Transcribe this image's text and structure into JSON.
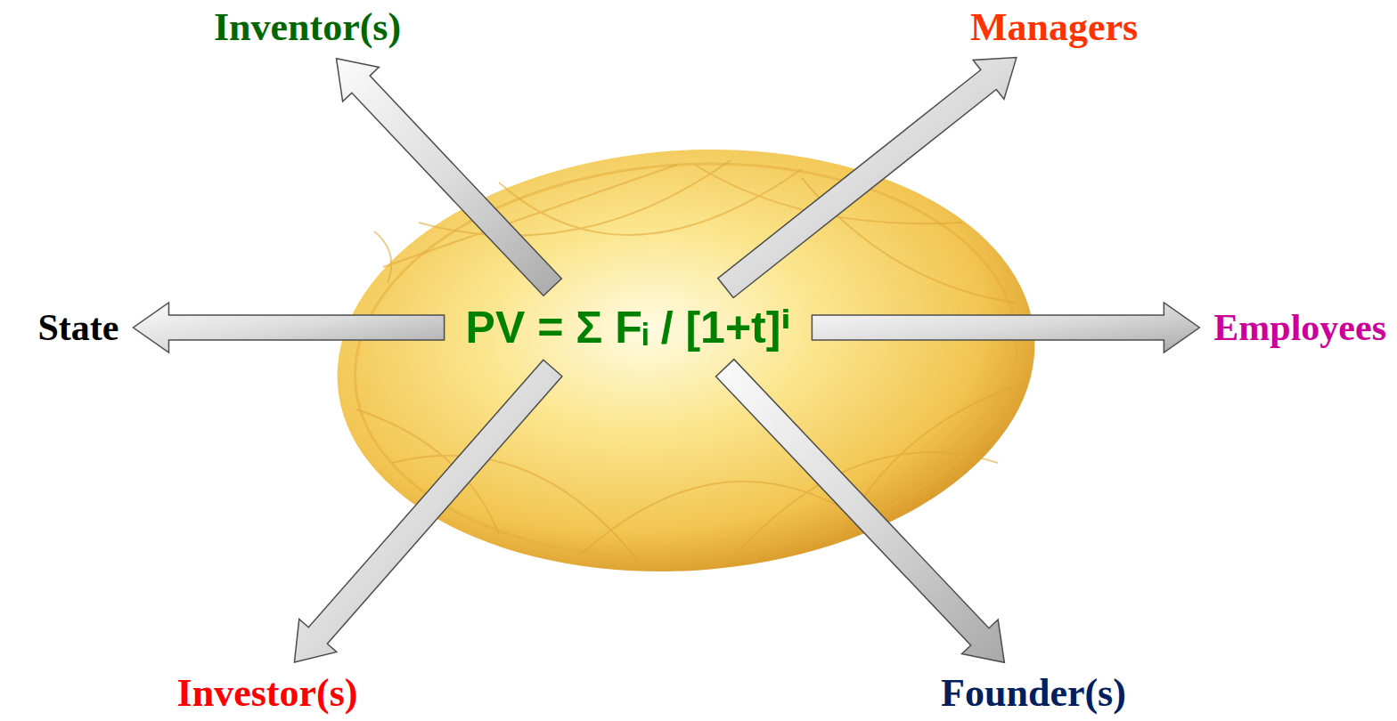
{
  "diagram": {
    "nodes": [
      {
        "text": [
          "Inventor(s)"
        ]
      },
      {
        "text": [
          "Managers"
        ]
      },
      {
        "text": [
          "State"
        ]
      },
      {
        "text": [
          "PV = Σ Fᵢ / [1+t]ⁱ"
        ]
      },
      {
        "text": [
          "Employees"
        ]
      },
      {
        "text": [
          "Investor(s)"
        ]
      },
      {
        "text": [
          "Founder(s)"
        ]
      }
    ],
    "edges": [
      {
        "from": 3,
        "to": 0,
        "arrow": "to"
      },
      {
        "from": 3,
        "to": 1,
        "arrow": "to"
      },
      {
        "from": 3,
        "to": 2,
        "arrow": "to"
      },
      {
        "from": 3,
        "to": 4,
        "arrow": "to"
      },
      {
        "from": 3,
        "to": 5,
        "arrow": "to"
      },
      {
        "from": 3,
        "to": 6,
        "arrow": "to"
      }
    ]
  }
}
